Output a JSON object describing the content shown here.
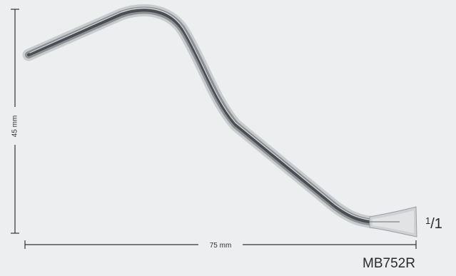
{
  "dimensions": {
    "height_label": "45 mm",
    "width_label": "75 mm"
  },
  "scale": {
    "numerator": "1",
    "separator": "/",
    "denominator": "1"
  },
  "model_code": "MB752R",
  "colors": {
    "background": "#eceef0",
    "instrument_shadow": "#c7c9cb",
    "instrument_body": "#8d9196",
    "instrument_core": "#3e4247",
    "dimension_line": "#333333"
  }
}
